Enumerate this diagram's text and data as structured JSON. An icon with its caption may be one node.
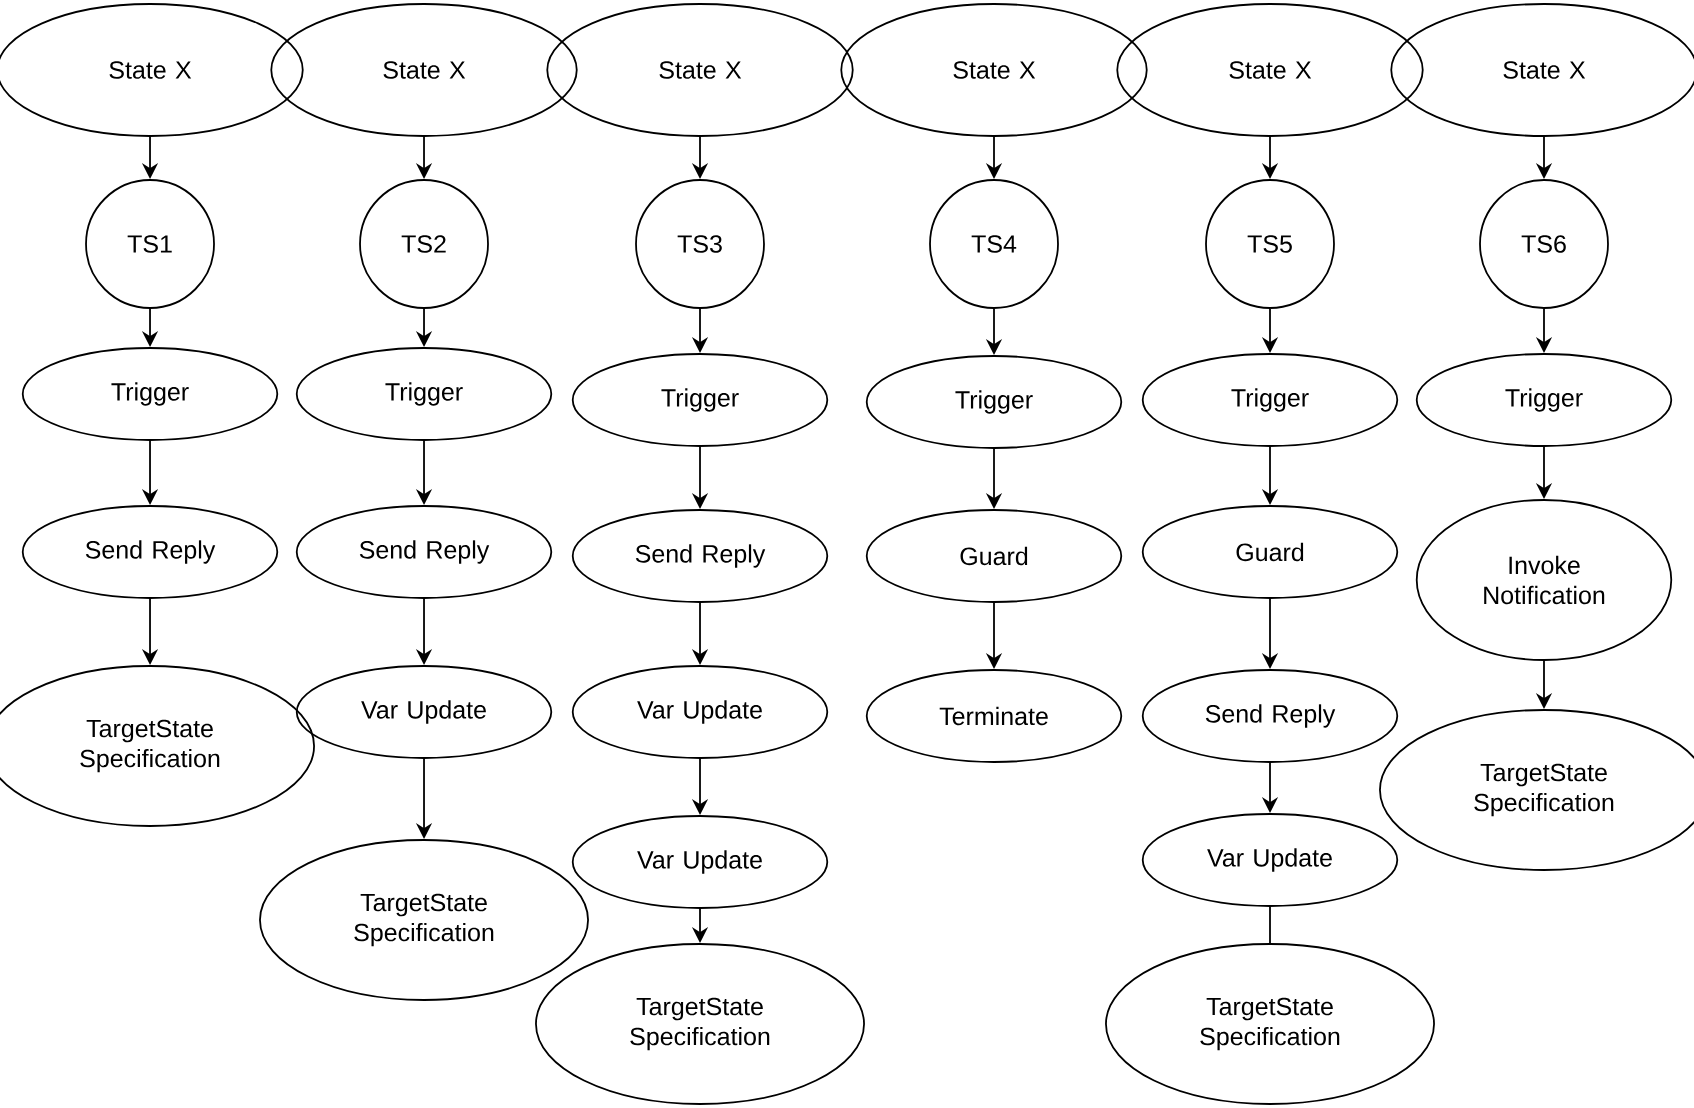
{
  "diagram": {
    "nodes": [
      {
        "text": [
          "State X"
        ]
      },
      {
        "text": [
          "TS1"
        ]
      },
      {
        "text": [
          "Trigger"
        ]
      },
      {
        "text": [
          "Send Reply"
        ]
      },
      {
        "text": [
          "TargetState Specification"
        ]
      },
      {
        "text": [
          "State X"
        ]
      },
      {
        "text": [
          "TS2"
        ]
      },
      {
        "text": [
          "Trigger"
        ]
      },
      {
        "text": [
          "Send Reply"
        ]
      },
      {
        "text": [
          "Var Update"
        ]
      },
      {
        "text": [
          "TargetState Specification"
        ]
      },
      {
        "text": [
          "State X"
        ]
      },
      {
        "text": [
          "TS3"
        ]
      },
      {
        "text": [
          "Trigger"
        ]
      },
      {
        "text": [
          "Send Reply"
        ]
      },
      {
        "text": [
          "Var Update"
        ]
      },
      {
        "text": [
          "Var Update"
        ]
      },
      {
        "text": [
          "TargetState Specification"
        ]
      },
      {
        "text": [
          "State X"
        ]
      },
      {
        "text": [
          "TS4"
        ]
      },
      {
        "text": [
          "Trigger"
        ]
      },
      {
        "text": [
          "Guard"
        ]
      },
      {
        "text": [
          "Terminate"
        ]
      },
      {
        "text": [
          "State X"
        ]
      },
      {
        "text": [
          "TS5"
        ]
      },
      {
        "text": [
          "Trigger"
        ]
      },
      {
        "text": [
          "Guard"
        ]
      },
      {
        "text": [
          "Send Reply"
        ]
      },
      {
        "text": [
          "Var Update"
        ]
      },
      {
        "text": [
          "TargetState Specification"
        ]
      },
      {
        "text": [
          "State X"
        ]
      },
      {
        "text": [
          "TS6"
        ]
      },
      {
        "text": [
          "Trigger"
        ]
      },
      {
        "text": [
          "Invoke Notification"
        ]
      },
      {
        "text": [
          "TargetState Specification"
        ]
      }
    ],
    "edges": [
      {
        "from": 0,
        "to": 1,
        "arrow": "to"
      },
      {
        "from": 1,
        "to": 2,
        "arrow": "to"
      },
      {
        "from": 2,
        "to": 3,
        "arrow": "to"
      },
      {
        "from": 3,
        "to": 4,
        "arrow": "to"
      },
      {
        "from": 5,
        "to": 6,
        "arrow": "to"
      },
      {
        "from": 6,
        "to": 7,
        "arrow": "to"
      },
      {
        "from": 7,
        "to": 8,
        "arrow": "to"
      },
      {
        "from": 8,
        "to": 9,
        "arrow": "to"
      },
      {
        "from": 9,
        "to": 10,
        "arrow": "to"
      },
      {
        "from": 11,
        "to": 12,
        "arrow": "to"
      },
      {
        "from": 12,
        "to": 13,
        "arrow": "to"
      },
      {
        "from": 13,
        "to": 14,
        "arrow": "to"
      },
      {
        "from": 14,
        "to": 15,
        "arrow": "to"
      },
      {
        "from": 15,
        "to": 16,
        "arrow": "to"
      },
      {
        "from": 16,
        "to": 17,
        "arrow": "to"
      },
      {
        "from": 18,
        "to": 19,
        "arrow": "to"
      },
      {
        "from": 19,
        "to": 20,
        "arrow": "to"
      },
      {
        "from": 20,
        "to": 21,
        "arrow": "to"
      },
      {
        "from": 21,
        "to": 22,
        "arrow": "to"
      },
      {
        "from": 23,
        "to": 24,
        "arrow": "to"
      },
      {
        "from": 24,
        "to": 25,
        "arrow": "to"
      },
      {
        "from": 25,
        "to": 26,
        "arrow": "to"
      },
      {
        "from": 26,
        "to": 27,
        "arrow": "to"
      },
      {
        "from": 27,
        "to": 28,
        "arrow": "to"
      },
      {
        "from": 28,
        "to": 29,
        "arrow": "none"
      },
      {
        "from": 30,
        "to": 31,
        "arrow": "to"
      },
      {
        "from": 31,
        "to": 32,
        "arrow": "to"
      },
      {
        "from": 32,
        "to": 33,
        "arrow": "to"
      },
      {
        "from": 33,
        "to": 34,
        "arrow": "to"
      }
    ]
  }
}
